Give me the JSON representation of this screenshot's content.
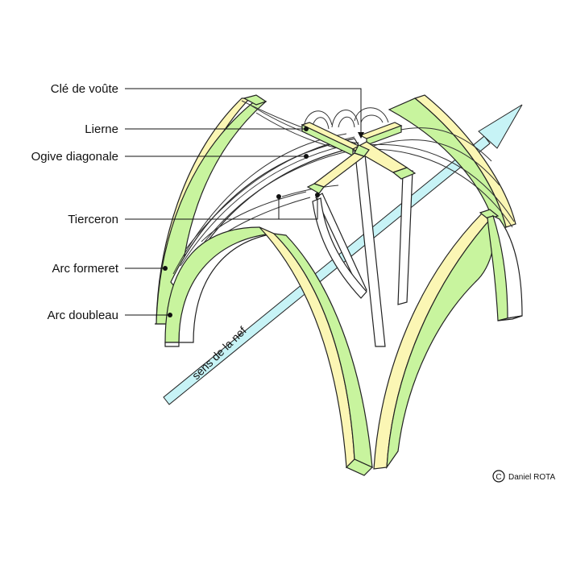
{
  "labels": {
    "cle": "Clé de voûte",
    "lierne": "Lierne",
    "ogive": "Ogive diagonale",
    "tierceron": "Tierceron",
    "formeret": "Arc formeret",
    "doubleau": "Arc doubleau"
  },
  "axis_label": "sens de la nef",
  "copyright": {
    "symbol": "C",
    "author": "Daniel ROTA"
  },
  "colors": {
    "face_yellow": "#fbf6b4",
    "face_green": "#c8f49e",
    "arrow": "#c7f3f6",
    "outline": "#222222"
  }
}
